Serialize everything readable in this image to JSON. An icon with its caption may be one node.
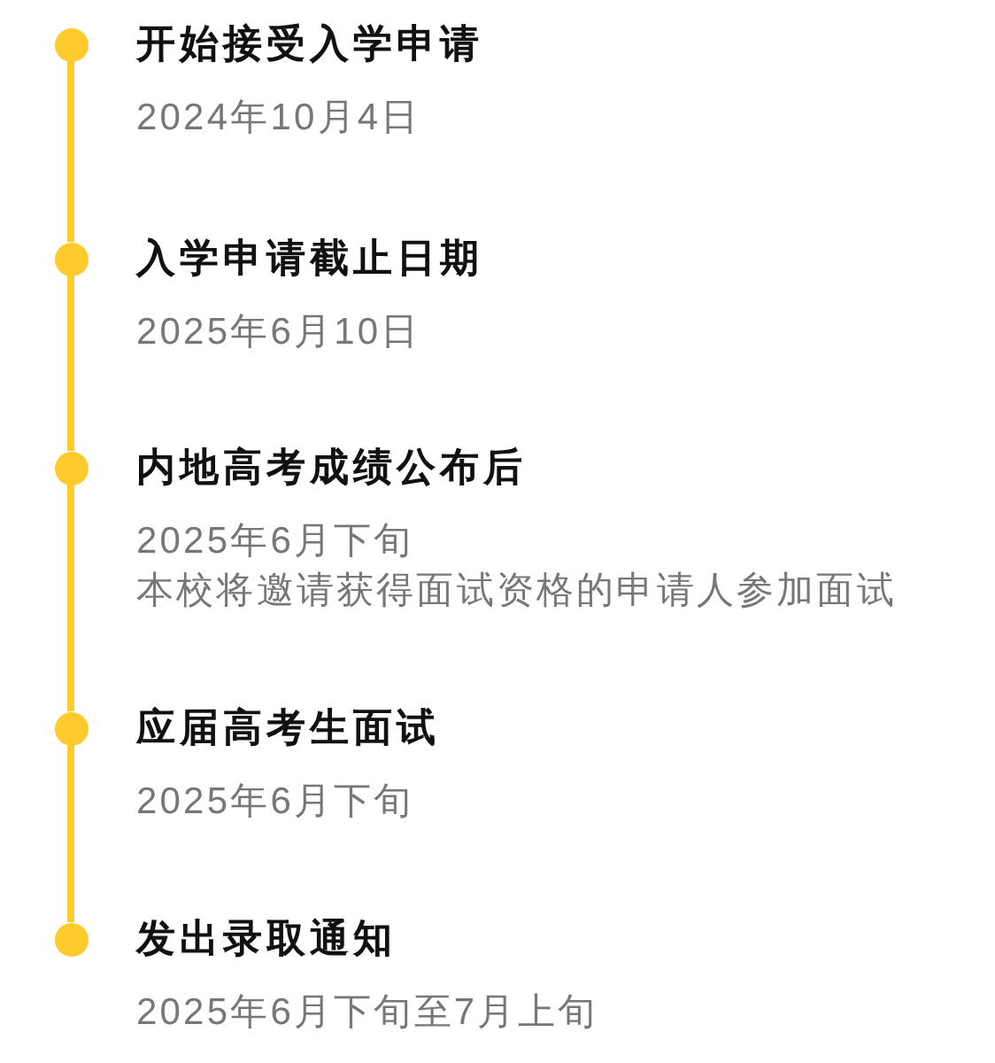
{
  "diagram": {
    "nodes": [
      {
        "text": [],
        "shape": "circle",
        "beside": [
          "开始接受入学申请",
          "2024年10月4日"
        ]
      },
      {
        "text": [],
        "shape": "circle",
        "beside": [
          "入学申请截止日期",
          "2025年6月10日"
        ]
      },
      {
        "text": [],
        "shape": "circle",
        "beside": [
          "内地高考成绩公布后",
          "2025年6月下旬",
          "本校将邀请获得面试资格的申请人参加面试"
        ]
      },
      {
        "text": [],
        "shape": "circle",
        "beside": [
          "应届高考生面试",
          "2025年6月下旬"
        ]
      },
      {
        "text": [],
        "shape": "circle",
        "beside": [
          "发出录取通知",
          "2025年6月下旬至7月上旬"
        ]
      }
    ],
    "edges": [
      {
        "from": 0,
        "to": 1,
        "arrow": "none"
      },
      {
        "from": 1,
        "to": 2,
        "arrow": "none"
      },
      {
        "from": 2,
        "to": 3,
        "arrow": "none"
      },
      {
        "from": 3,
        "to": 4,
        "arrow": "none"
      }
    ]
  }
}
